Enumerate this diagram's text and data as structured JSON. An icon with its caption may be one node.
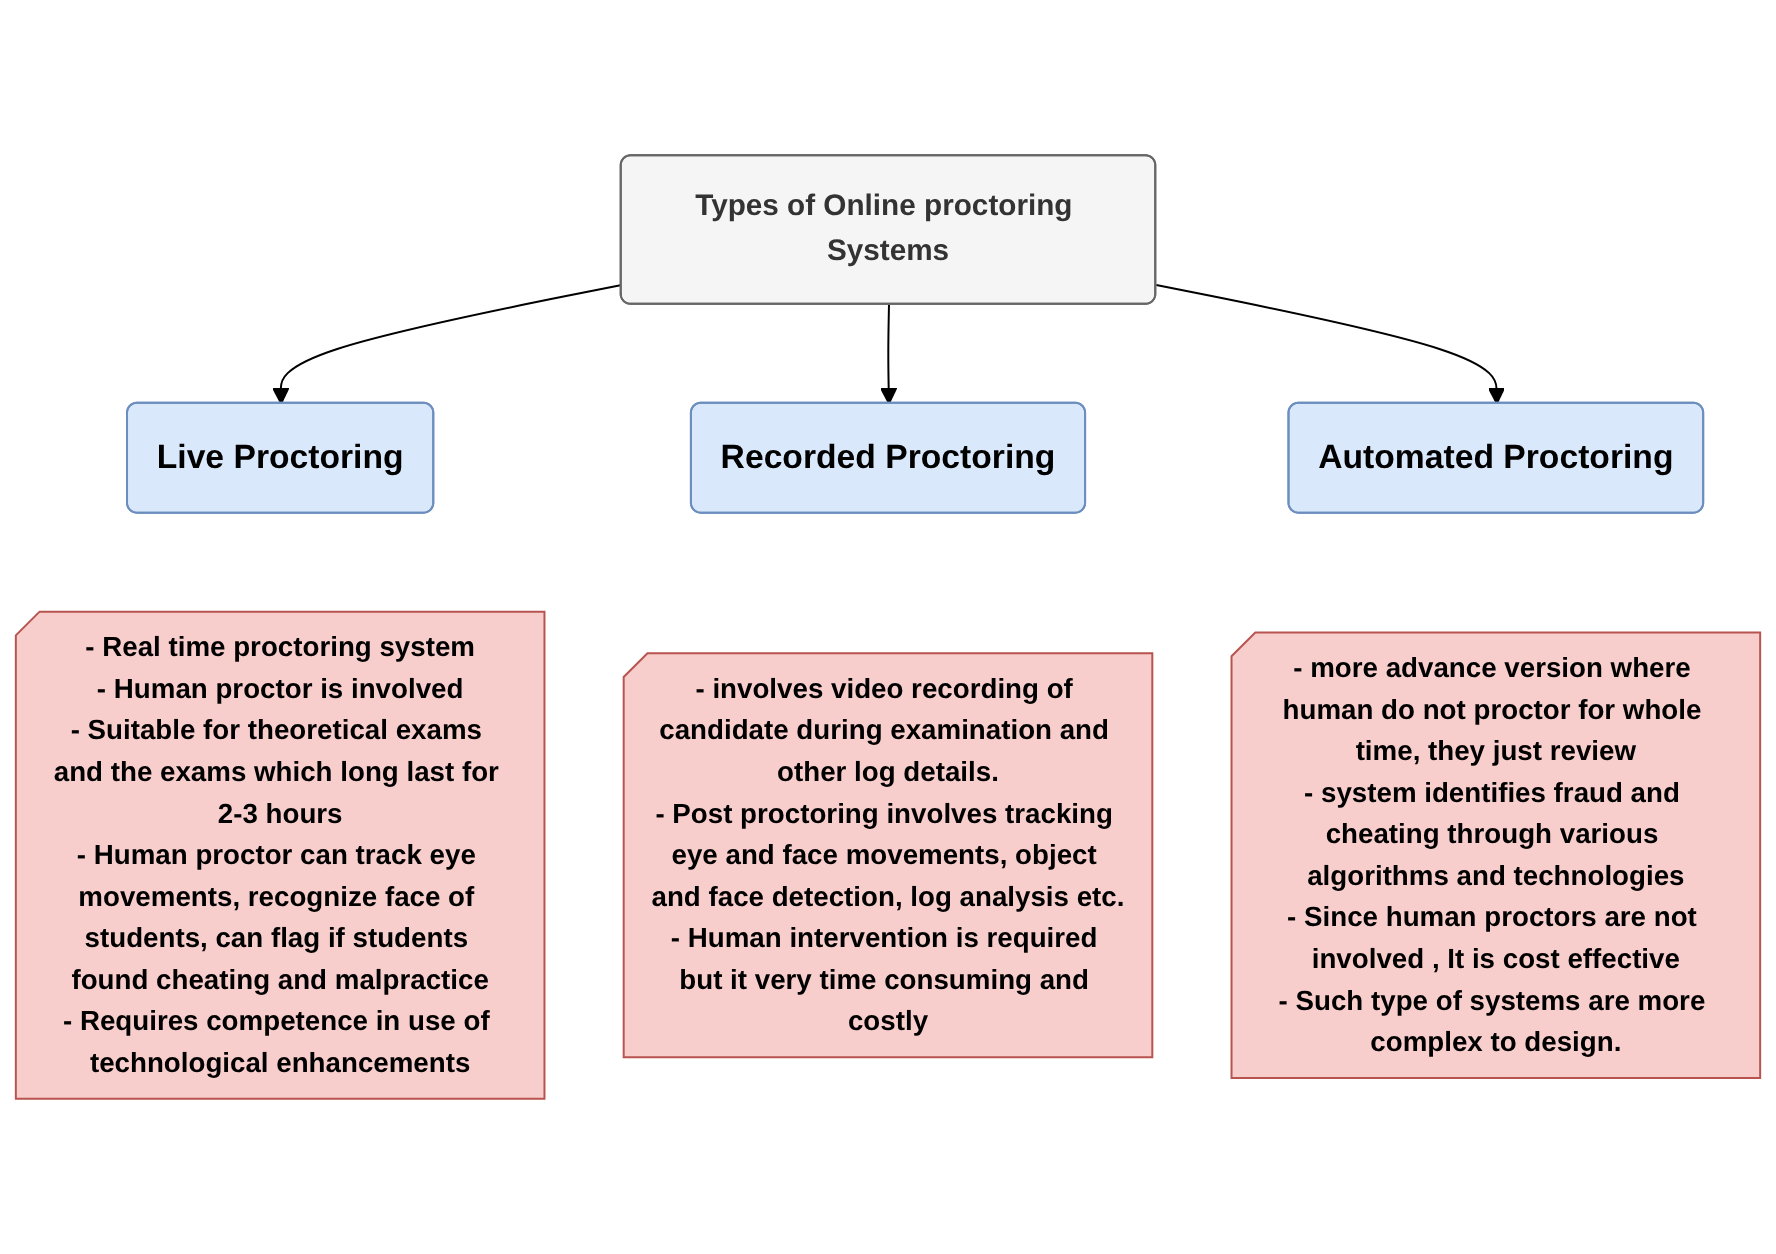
{
  "diagram": {
    "nodes": [
      {
        "text": [
          "Types of Online proctoring Systems"
        ]
      },
      {
        "text": [
          "Live Proctoring"
        ]
      },
      {
        "text": [
          "Recorded Proctoring"
        ]
      },
      {
        "text": [
          "Automated Proctoring"
        ]
      },
      {
        "text": [
          "- Real time proctoring system",
          "- Human proctor is involved",
          "- Suitable for theoretical exams and the exams which long last for 2-3 hours",
          "- Human proctor can track eye movements, recognize face of students, can flag if students found cheating and malpractice",
          "- Requires competence in use of technological enhancements"
        ]
      },
      {
        "text": [
          "- involves video recording of candidate during examination and other log details.",
          "- Post proctoring involves tracking eye and face movements, object and face detection, log analysis etc.",
          "- Human intervention is required but it very time consuming and costly"
        ]
      },
      {
        "text": [
          "- more advance version where human do not proctor for whole time, they just review",
          "- system identifies fraud and cheating through various algorithms and technologies",
          "- Since human proctors are not involved , It is cost effective",
          "- Such type of systems are more complex to design."
        ]
      }
    ],
    "edges": [
      {
        "from": 0,
        "to": 1,
        "arrow": "to"
      },
      {
        "from": 0,
        "to": 2,
        "arrow": "to"
      },
      {
        "from": 0,
        "to": 3,
        "arrow": "to"
      }
    ]
  }
}
